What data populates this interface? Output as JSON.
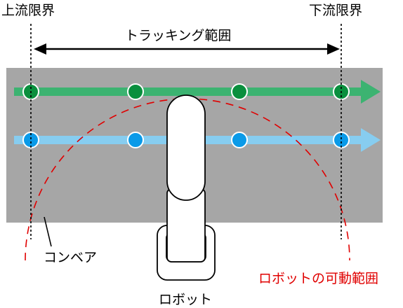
{
  "labels": {
    "upstream_limit": "上流限界",
    "downstream_limit": "下流限界",
    "tracking_range": "トラッキング範囲",
    "conveyor": "コンベア",
    "robot": "ロボット",
    "robot_reach": "ロボットの可動範囲"
  },
  "colors": {
    "conveyor": "#a6a6a6",
    "green_flow": "#3cb371",
    "green_dot": "#0a8f3e",
    "blue_flow": "#87cdf0",
    "blue_dot": "#0a9ae8",
    "reach_line": "#e00000",
    "reach_label": "#e00000",
    "robot_body": "#ffffff",
    "outline": "#000000"
  },
  "flows": [
    {
      "name": "green-flow",
      "color_key": "green",
      "dot_count": 4
    },
    {
      "name": "blue-flow",
      "color_key": "blue",
      "dot_count": 4
    }
  ]
}
